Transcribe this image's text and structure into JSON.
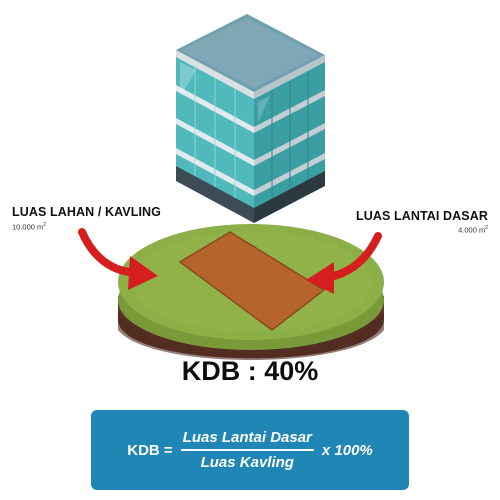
{
  "labels": {
    "land_title": "LUAS LAHAN / KAVLING",
    "land_area_value": "10.000 m",
    "land_area_unit_sup": "2",
    "floor_title": "LUAS LANTAI DASAR",
    "floor_area_value": "4.000 m",
    "floor_area_unit_sup": "2"
  },
  "result": {
    "text": "KDB : 40%"
  },
  "formula": {
    "lhs": "KDB =",
    "numerator": "Luas Lantai Dasar",
    "denominator": "Luas Kavling",
    "multiplier": "x 100%"
  },
  "colors": {
    "grass_top": "#8caf47",
    "soil": "#5e3426",
    "footprint": "#b5652b",
    "arrow": "#d61e1e",
    "glass": "#56c2c4",
    "formula_bg": "#1f86b6"
  },
  "icons": [
    "building-icon",
    "land-disc-icon",
    "footprint-icon",
    "arrow-icon"
  ]
}
